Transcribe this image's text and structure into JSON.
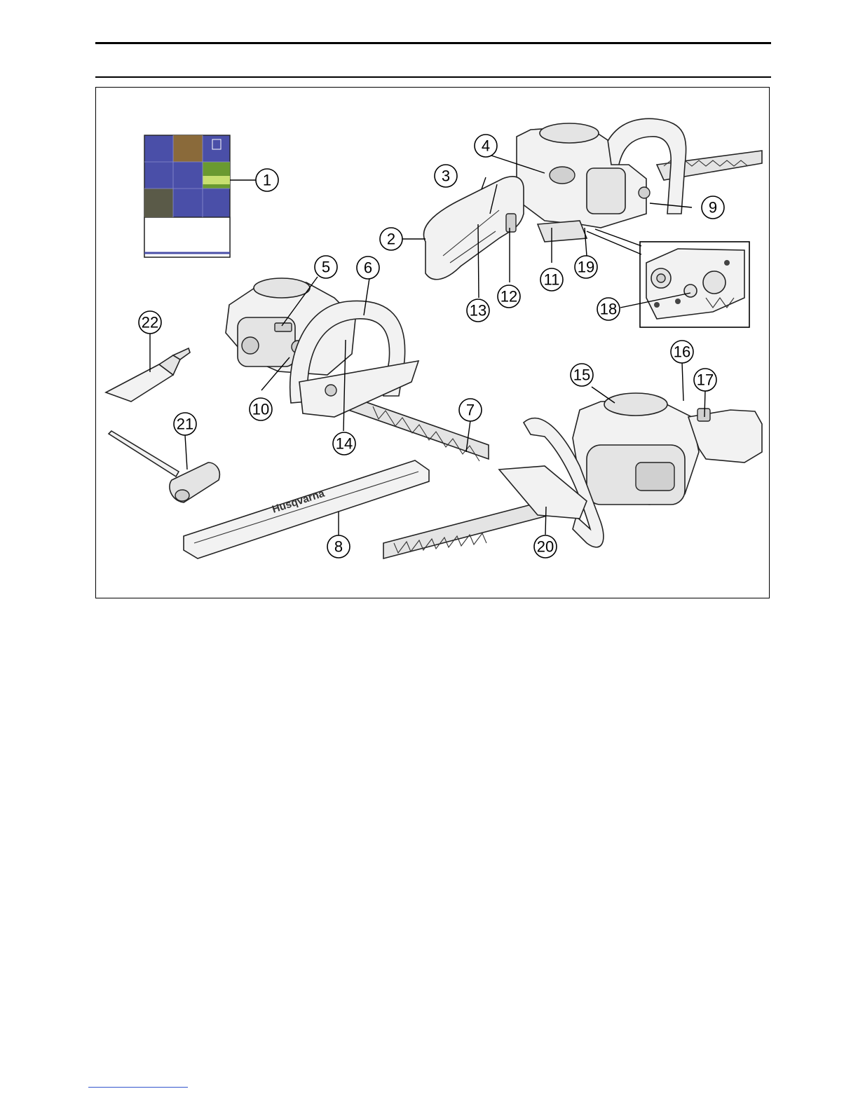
{
  "figure": {
    "callouts": [
      {
        "id": "1",
        "label": "1"
      },
      {
        "id": "2",
        "label": "2"
      },
      {
        "id": "3",
        "label": "3"
      },
      {
        "id": "4",
        "label": "4"
      },
      {
        "id": "5",
        "label": "5"
      },
      {
        "id": "6",
        "label": "6"
      },
      {
        "id": "7",
        "label": "7"
      },
      {
        "id": "8",
        "label": "8"
      },
      {
        "id": "9",
        "label": "9"
      },
      {
        "id": "10",
        "label": "10"
      },
      {
        "id": "11",
        "label": "11"
      },
      {
        "id": "12",
        "label": "12"
      },
      {
        "id": "13",
        "label": "13"
      },
      {
        "id": "14",
        "label": "14"
      },
      {
        "id": "15",
        "label": "15"
      },
      {
        "id": "16",
        "label": "16"
      },
      {
        "id": "17",
        "label": "17"
      },
      {
        "id": "18",
        "label": "18"
      },
      {
        "id": "19",
        "label": "19"
      },
      {
        "id": "20",
        "label": "20"
      },
      {
        "id": "21",
        "label": "21"
      },
      {
        "id": "22",
        "label": "22"
      }
    ],
    "blade_guard_logo": "Husqvarna",
    "manual_cover_colors": {
      "primary": "#4a4fa8",
      "accent": "#8fc23a",
      "white": "#ffffff"
    }
  }
}
